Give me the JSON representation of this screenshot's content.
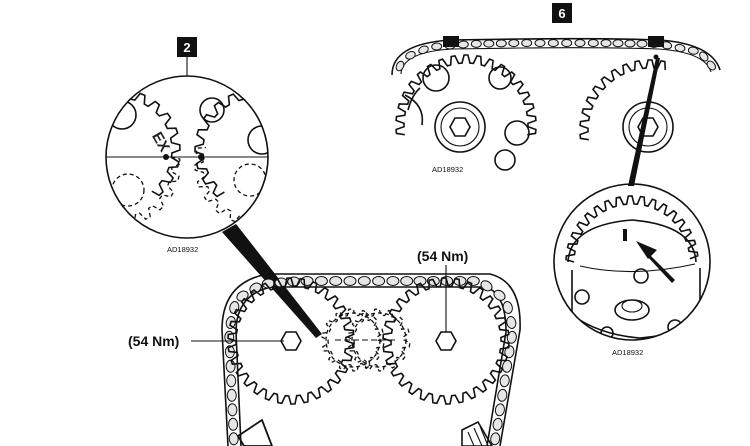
{
  "badges": {
    "step_a": "2",
    "step_b": "6"
  },
  "labels": {
    "torque_left": "(54 Nm)",
    "torque_right": "(54 Nm)",
    "ref_top_right": "AD18932",
    "ref_left_detail": "AD18932",
    "ref_right_detail": "AD18932",
    "exhaust_mark": "EX"
  }
}
